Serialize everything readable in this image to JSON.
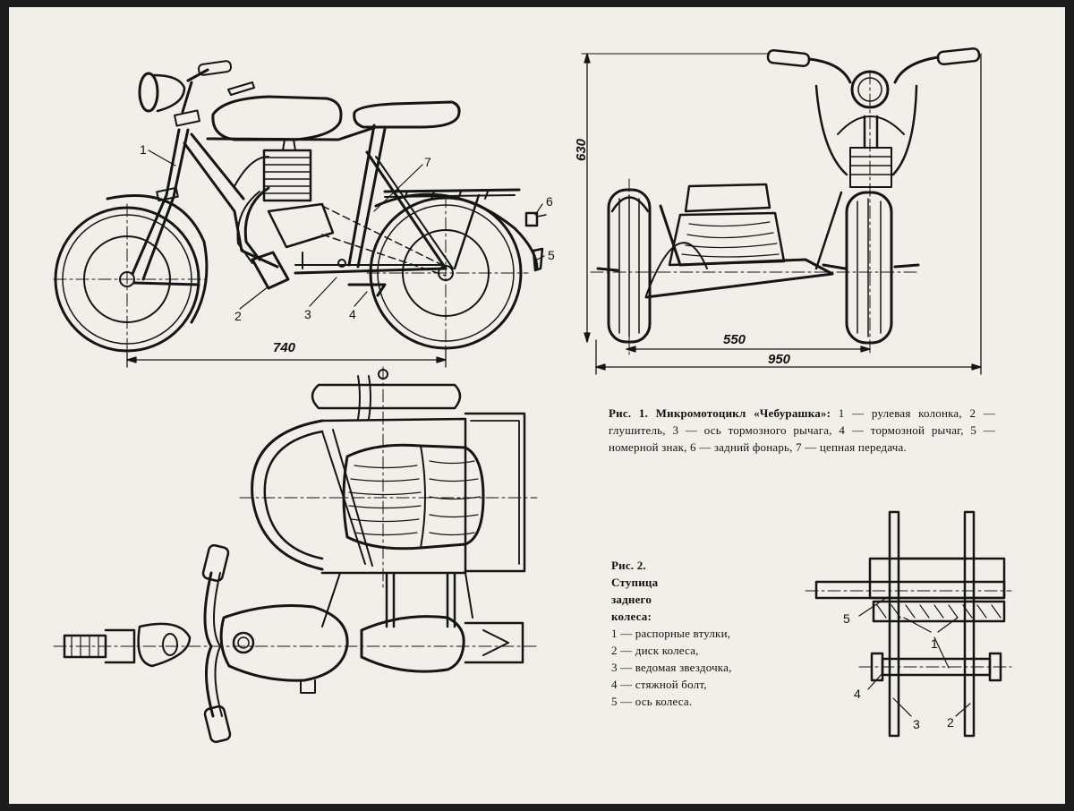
{
  "figure1": {
    "heading": "Рис. 1.",
    "title": "Микромотоцикл «Чебурашка»:",
    "body": "1 — рулевая колонка, 2 — глушитель, 3 — ось тормозного рычага, 4 — тормозной рычаг, 5 — номерной знак, 6 — задний фонарь, 7 — цепная передача."
  },
  "figure2": {
    "heading": "Рис. 2.",
    "title_lines": [
      "Ступица",
      "заднего",
      "колеса:"
    ],
    "items": [
      "1 — распорные втулки,",
      "2 — диск колеса,",
      "3 — ведомая звездочка,",
      "4 — стяжной болт,",
      "5 — ось колеса."
    ]
  },
  "side_view": {
    "dimension_length": "740",
    "callouts": [
      "1",
      "2",
      "3",
      "4",
      "5",
      "6",
      "7"
    ]
  },
  "front_view": {
    "dimension_height": "630",
    "dimension_track": "550",
    "dimension_width": "950"
  },
  "hub_view": {
    "callouts": [
      "1",
      "2",
      "3",
      "4",
      "5"
    ]
  }
}
